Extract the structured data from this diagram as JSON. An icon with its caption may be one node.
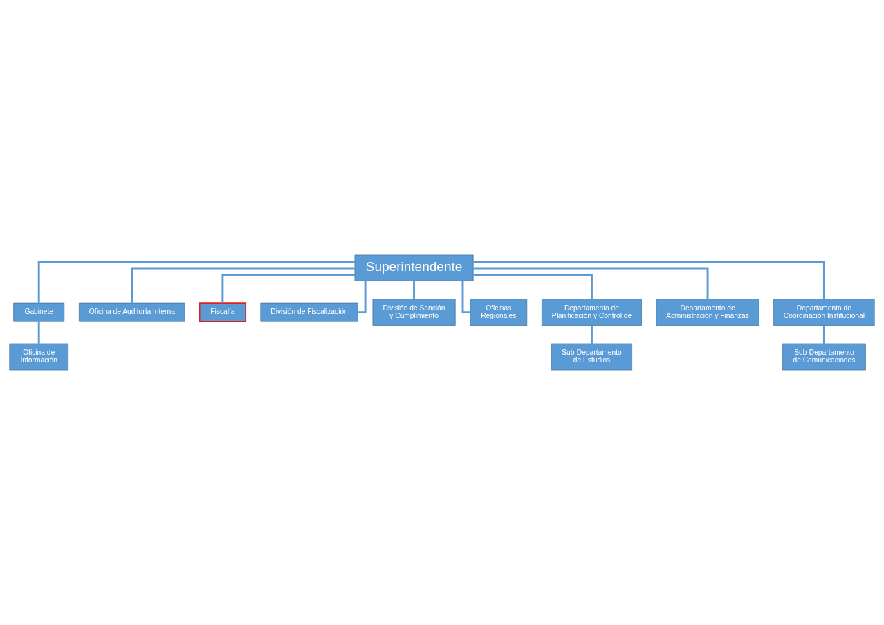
{
  "diagram": {
    "nodes": [
      {
        "text": [
          "Superintendente"
        ]
      },
      {
        "text": [
          "Gabinete"
        ]
      },
      {
        "text": [
          "Oficina de Auditoría Interna"
        ]
      },
      {
        "text": [
          "Oficina de Información"
        ]
      },
      {
        "text": [
          "Fiscalía"
        ]
      },
      {
        "text": [
          "División de Fiscalización"
        ]
      },
      {
        "text": [
          "División de Sanción y Cumplimiento"
        ]
      },
      {
        "text": [
          "Oficinas Regionales"
        ]
      },
      {
        "text": [
          "Departamento de Planificación y Control de"
        ]
      },
      {
        "text": [
          "Departamento de Administración y Finanzas"
        ]
      },
      {
        "text": [
          "Departamento de Coordinación Institucional"
        ]
      },
      {
        "text": [
          "Sub-Departamento de Estudios"
        ]
      },
      {
        "text": [
          "Sub-Departamento de Comunicaciones"
        ]
      }
    ],
    "edges": [
      {
        "from": 0,
        "to": 1,
        "arrow": "none"
      },
      {
        "from": 0,
        "to": 2,
        "arrow": "none"
      },
      {
        "from": 1,
        "to": 3,
        "arrow": "none"
      },
      {
        "from": 0,
        "to": 4,
        "arrow": "none"
      },
      {
        "from": 0,
        "to": 5,
        "arrow": "none"
      },
      {
        "from": 0,
        "to": 6,
        "arrow": "none"
      },
      {
        "from": 0,
        "to": 7,
        "arrow": "none"
      },
      {
        "from": 0,
        "to": 8,
        "arrow": "none"
      },
      {
        "from": 0,
        "to": 9,
        "arrow": "none"
      },
      {
        "from": 0,
        "to": 10,
        "arrow": "none"
      },
      {
        "from": 8,
        "to": 11,
        "arrow": "none"
      },
      {
        "from": 10,
        "to": 12,
        "arrow": "none"
      }
    ]
  }
}
